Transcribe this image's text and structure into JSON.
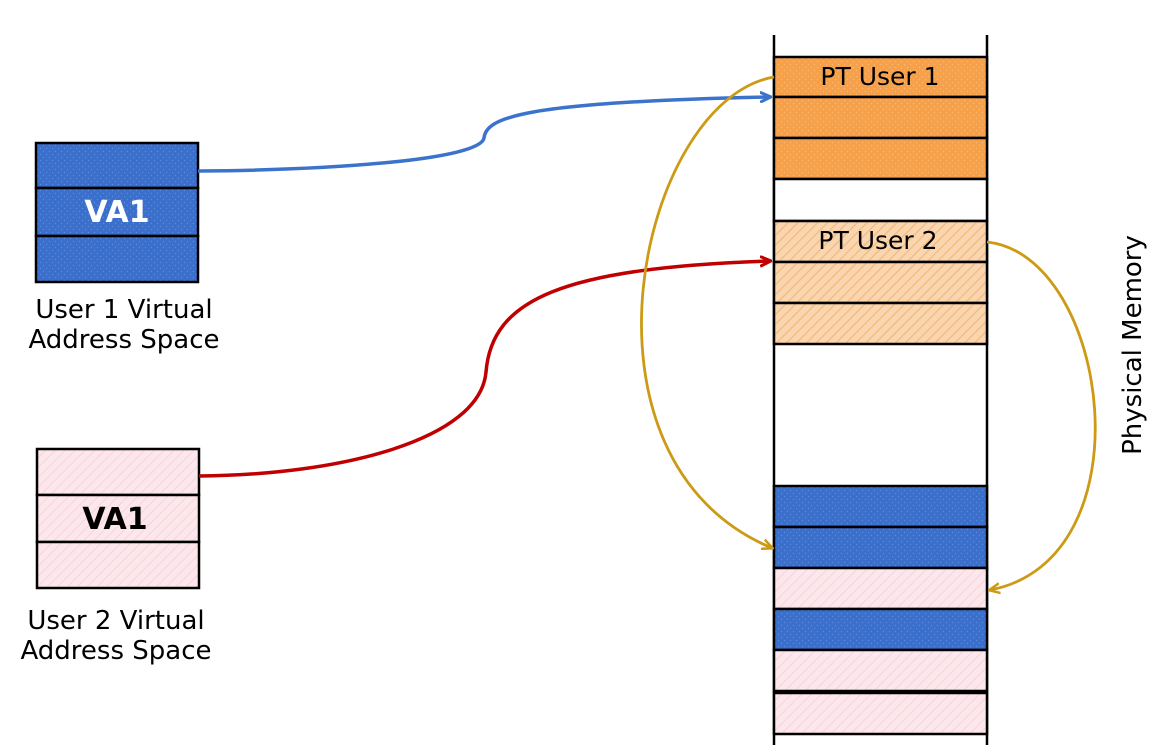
{
  "colors": {
    "user1_fill": "#3a6fcc",
    "user2_fill": "#fbe3e8",
    "pt1_fill": "#f7a04a",
    "pt2_fill": "#f9d0a4",
    "user1_arrow": "#3b73cc",
    "user2_arrow": "#c00000",
    "pt_arrow": "#cc9a14"
  },
  "user1_space": {
    "cell_label": "VA1",
    "caption_line1": "User 1 Virtual",
    "caption_line2": "Address Space"
  },
  "user2_space": {
    "cell_label": "VA1",
    "caption_line1": "User 2 Virtual",
    "caption_line2": "Address Space"
  },
  "physical_memory": {
    "label": "Physical Memory",
    "pt_user1": "PT User 1",
    "pt_user2": "PT User 2"
  }
}
